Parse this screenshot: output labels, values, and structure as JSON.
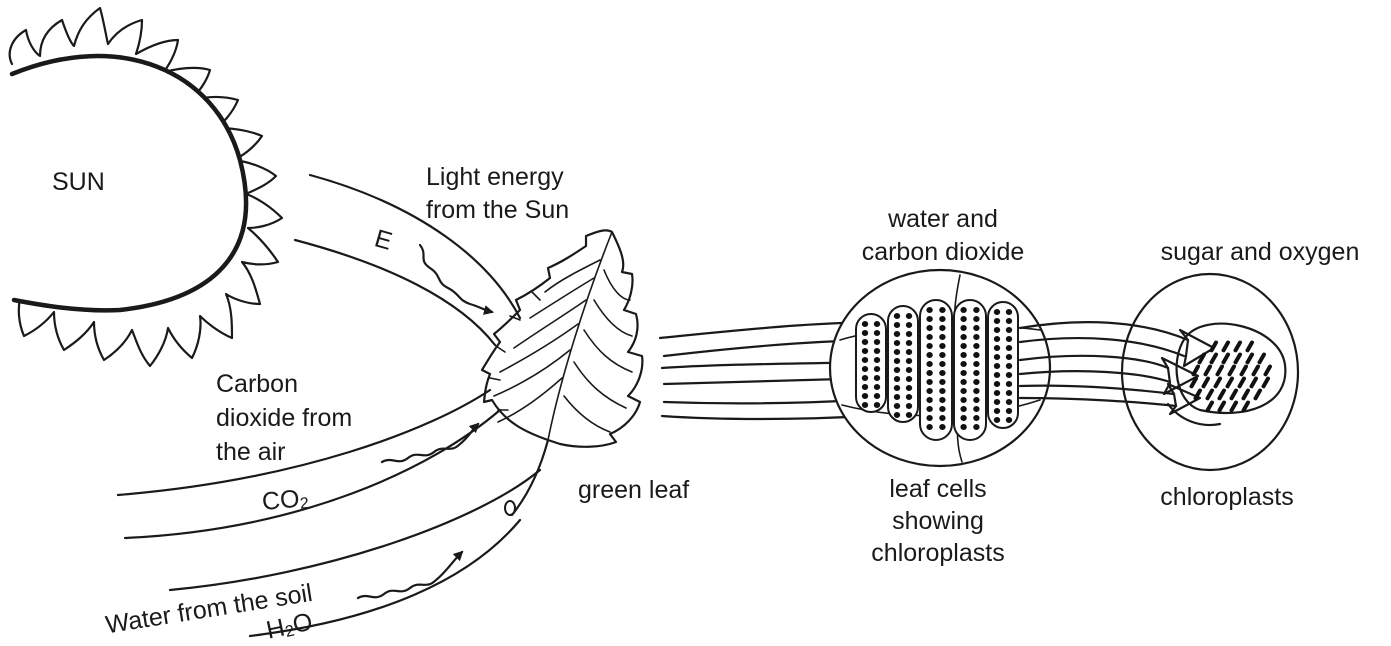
{
  "labels": {
    "sun": "SUN",
    "light_energy_line1": "Light energy",
    "light_energy_line2": "from the Sun",
    "energy_symbol": "E",
    "co2_from_air_line1": "Carbon",
    "co2_from_air_line2": "dioxide from",
    "co2_from_air_line3": "the air",
    "co2_formula_main": "CO",
    "co2_formula_sub": "2",
    "water_from_soil": "Water from the soil",
    "h2o_formula_main": "H",
    "h2o_formula_sub": "2",
    "h2o_formula_end": "O",
    "green_leaf": "green leaf",
    "water_co2_line1": "water and",
    "water_co2_line2": "carbon dioxide",
    "sugar_oxygen": "sugar and oxygen",
    "leaf_cells_line1": "leaf cells",
    "leaf_cells_line2": "showing",
    "leaf_cells_line3": "chloroplasts",
    "chloroplasts": "chloroplasts"
  }
}
